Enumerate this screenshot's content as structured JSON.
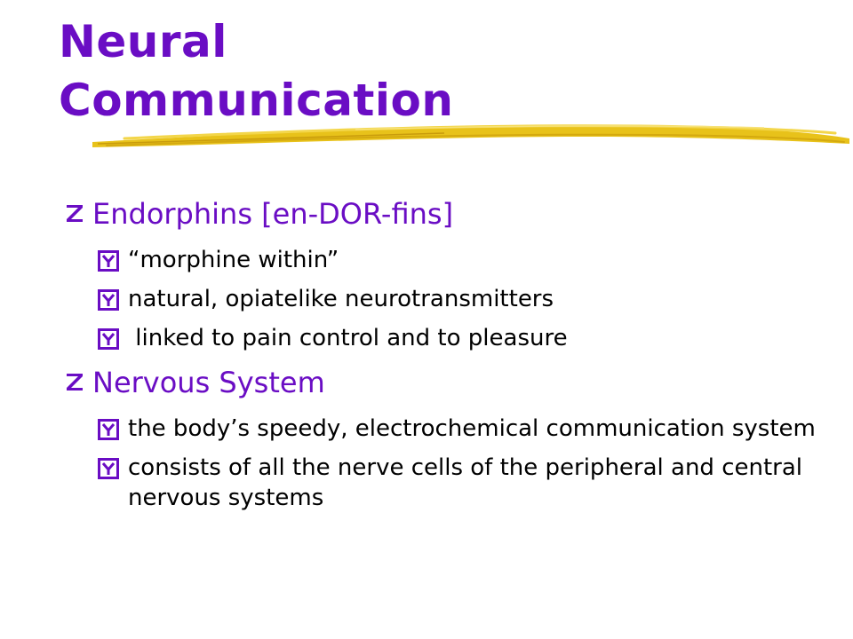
{
  "slide": {
    "title_line1": "Neural",
    "title_line2": "Communication",
    "sections": [
      {
        "heading": "Endorphins [en-DOR-fins]",
        "points": [
          "“morphine within”",
          "natural, opiatelike neurotransmitters",
          " linked to pain control and to pleasure"
        ]
      },
      {
        "heading": "Nervous System",
        "points": [
          "the body’s speedy, electrochemical communication system",
          "consists of all the nerve cells of the peripheral and central nervous systems"
        ]
      }
    ]
  },
  "colors": {
    "title": "#6a0dc4",
    "heading": "#6a0dc4",
    "bullet_level1": "#6a0dc4",
    "bullet_level2": "#6a0dc4",
    "underline": "#e8c21a",
    "body_text": "#000000"
  },
  "icons": {
    "level1_bullet": "z-bullet-icon",
    "level2_bullet": "y-checkbox-bullet-icon",
    "title_decoration": "yellow-brush-stroke"
  }
}
